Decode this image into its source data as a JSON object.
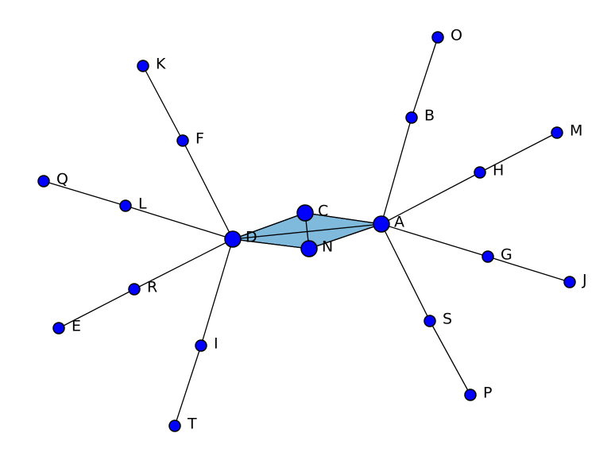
{
  "colors": {
    "node_fill": "#0000ff",
    "node_stroke": "#000000",
    "edge": "#000000",
    "hull_fill": "#7fb9dc"
  },
  "nodes": [
    {
      "id": "A",
      "label": "A",
      "hub": true
    },
    {
      "id": "B",
      "label": "B"
    },
    {
      "id": "C",
      "label": "C",
      "hub": true
    },
    {
      "id": "D",
      "label": "D",
      "hub": true
    },
    {
      "id": "E",
      "label": "E"
    },
    {
      "id": "F",
      "label": "F"
    },
    {
      "id": "G",
      "label": "G"
    },
    {
      "id": "H",
      "label": "H"
    },
    {
      "id": "I",
      "label": "I"
    },
    {
      "id": "J",
      "label": "J"
    },
    {
      "id": "K",
      "label": "K"
    },
    {
      "id": "L",
      "label": "L"
    },
    {
      "id": "M",
      "label": "M"
    },
    {
      "id": "N",
      "label": "N",
      "hub": true
    },
    {
      "id": "O",
      "label": "O"
    },
    {
      "id": "P",
      "label": "P"
    },
    {
      "id": "Q",
      "label": "Q"
    },
    {
      "id": "R",
      "label": "R"
    },
    {
      "id": "S",
      "label": "S"
    },
    {
      "id": "T",
      "label": "T"
    }
  ],
  "edges": [
    [
      "A",
      "B"
    ],
    [
      "B",
      "O"
    ],
    [
      "A",
      "H"
    ],
    [
      "H",
      "M"
    ],
    [
      "A",
      "G"
    ],
    [
      "G",
      "J"
    ],
    [
      "A",
      "S"
    ],
    [
      "S",
      "P"
    ],
    [
      "D",
      "F"
    ],
    [
      "F",
      "K"
    ],
    [
      "D",
      "L"
    ],
    [
      "L",
      "Q"
    ],
    [
      "D",
      "R"
    ],
    [
      "R",
      "E"
    ],
    [
      "D",
      "I"
    ],
    [
      "I",
      "T"
    ],
    [
      "C",
      "N"
    ],
    [
      "D",
      "A"
    ],
    [
      "C",
      "A"
    ],
    [
      "D",
      "C"
    ],
    [
      "D",
      "N"
    ],
    [
      "N",
      "A"
    ]
  ],
  "hyperedge": [
    "D",
    "C",
    "A",
    "N"
  ]
}
